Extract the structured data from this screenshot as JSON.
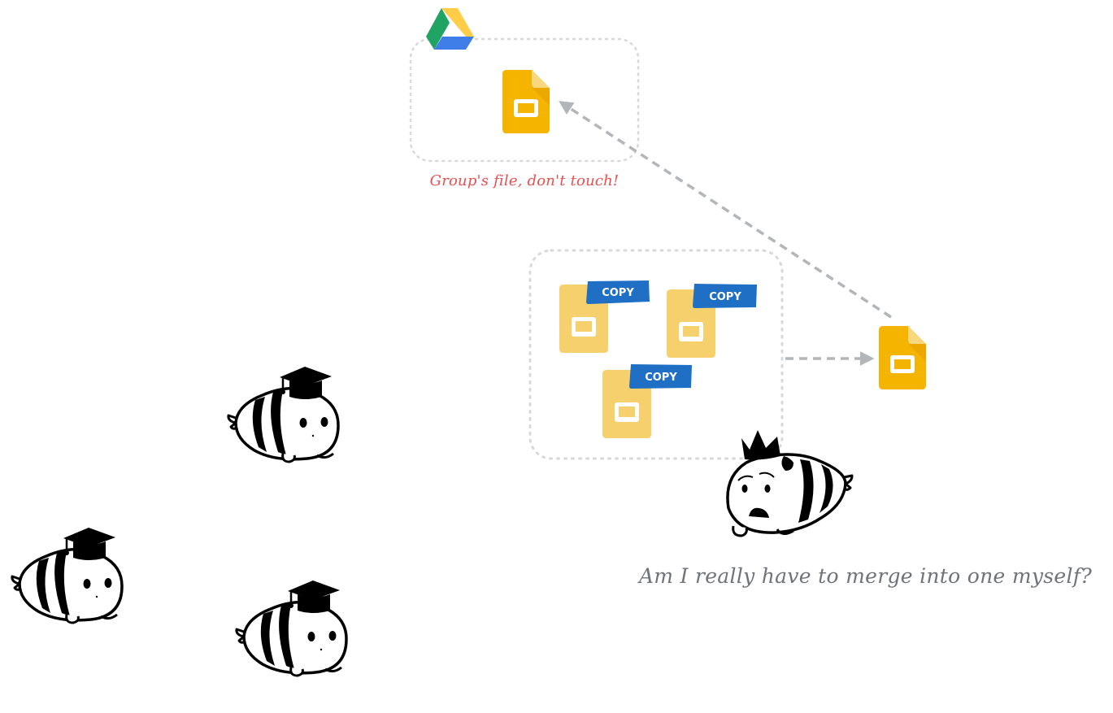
{
  "annotations": {
    "group_file_caption": "Group's file, don't touch!",
    "question_caption": "Am I really have to merge into one myself?"
  },
  "copies": [
    {
      "badge": "COPY"
    },
    {
      "badge": "COPY"
    },
    {
      "badge": "COPY"
    }
  ],
  "icons": {
    "drive": "google-drive-icon",
    "slides": "google-slides-icon",
    "student": "graduate-bee-icon",
    "owner": "worried-crowned-bee-icon"
  },
  "colors": {
    "slides_main": "#f5b400",
    "slides_faded": "#f7d06e",
    "badge_blue": "#1f6fc5",
    "arrow_grey": "#b3b6b9",
    "dotted_border": "#d6d8da",
    "caption_red": "#e8504f",
    "caption_grey": "#6f7377"
  }
}
